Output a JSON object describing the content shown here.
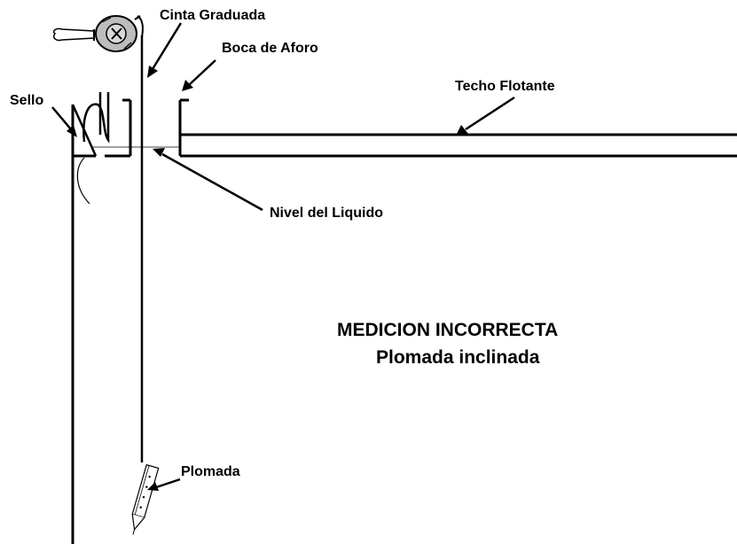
{
  "labels": {
    "cinta_graduada": "Cinta Graduada",
    "boca_de_aforo": "Boca de Aforo",
    "techo_flotante": "Techo Flotante",
    "sello": "Sello",
    "nivel_del_liquido": "Nivel del Liquido",
    "plomada": "Plomada"
  },
  "caption": {
    "title": "MEDICION INCORRECTA",
    "subtitle": "Plomada inclinada"
  },
  "colors": {
    "ink": "#000000",
    "background": "#ffffff",
    "tape_reel": "#bdbdbd"
  }
}
